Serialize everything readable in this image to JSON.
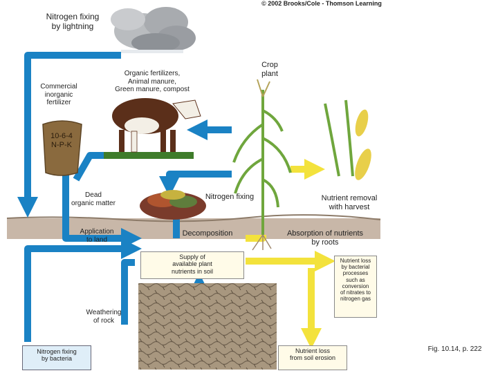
{
  "copyright": "© 2002 Brooks/Cole - Thomson Learning",
  "figure_ref": "Fig. 10.14, p. 222",
  "labels": {
    "lightning": "Nitrogen fixing\nby lightning",
    "commercial": "Commercial\ninorganic\nfertilizer",
    "organic": "Organic fertilizers,\nAnimal manure,\nGreen manure, compost",
    "crop": "Crop\nplant",
    "npk": "10-6-4\nN-P-K",
    "dead": "Dead\norganic matter",
    "fixing": "Nitrogen fixing",
    "removal": "Nutrient removal\nwith harvest",
    "application": "Application\nto land",
    "decomposition": "Decomposition",
    "absorption": "Absorption of nutrients\nby roots",
    "supply": "Supply of\navailable plant\nnutrients in soil",
    "loss_bacterial": "Nutrient loss\nby bacterial\nprocesses\nsuch as\nconversion\nof nitrates to\nnitrogen gas",
    "weathering": "Weathering\nof rock",
    "fixing_bacteria": "Nitrogen fixing\nby bacteria",
    "loss_erosion": "Nutrient loss\nfrom soil erosion"
  },
  "colors": {
    "blue_arrow": "#1a82c4",
    "yellow_arrow": "#f3e23c",
    "soil": "#c8b7a8",
    "rock": "#9a8a74",
    "grass": "#3e7c2a",
    "leaf": "#6fa63d"
  }
}
